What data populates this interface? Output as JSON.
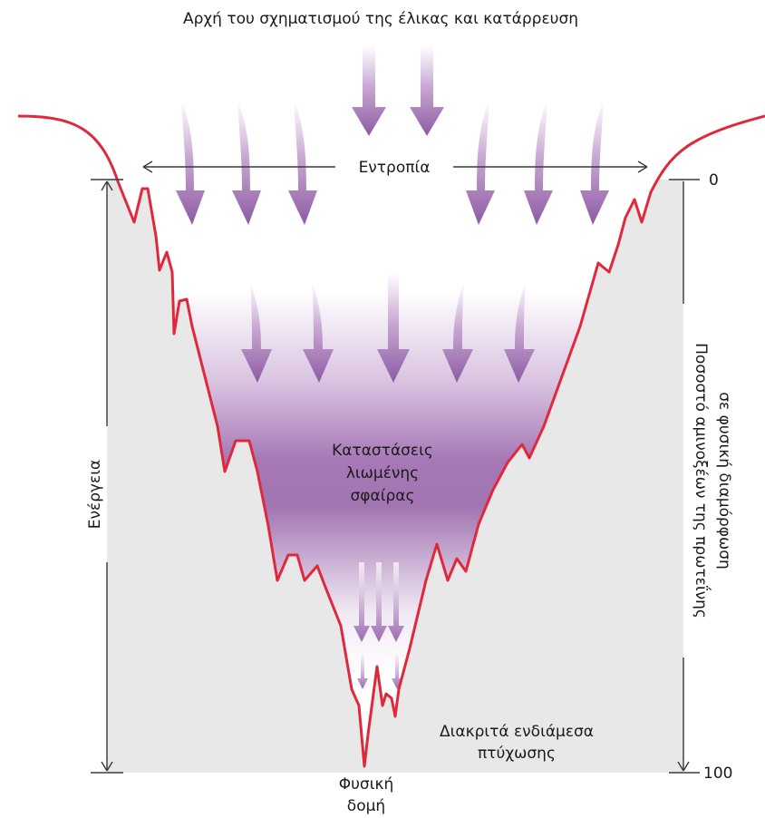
{
  "diagram": {
    "title": "Αρχή του σχηματισμού της έλικας και κατάρρευση",
    "entropy_label": "Εντροπία",
    "energy_label": "Ενέργεια",
    "percent_label": {
      "line1": "Ποσοστό αμινοξέων της πρωτεΐνης",
      "line2": "σε φυσική διαμόρφωση"
    },
    "percent_ticks": {
      "top": "0",
      "bottom": "100"
    },
    "molten_globule": {
      "line1": "Καταστάσεις",
      "line2": "λιωμένης",
      "line3": "σφαίρας"
    },
    "intermediates": {
      "line1": "Διακριτά ενδιάμεσα",
      "line2": "πτύχωσης"
    },
    "native": {
      "line1": "Φυσική",
      "line2": "δομή"
    },
    "colors": {
      "funnel_line": "#e0283c",
      "purple_dark": "#8c5aa0",
      "purple_light": "#ffffff",
      "background_box": "#e8e8e8",
      "axis": "#3a3a3a"
    }
  }
}
